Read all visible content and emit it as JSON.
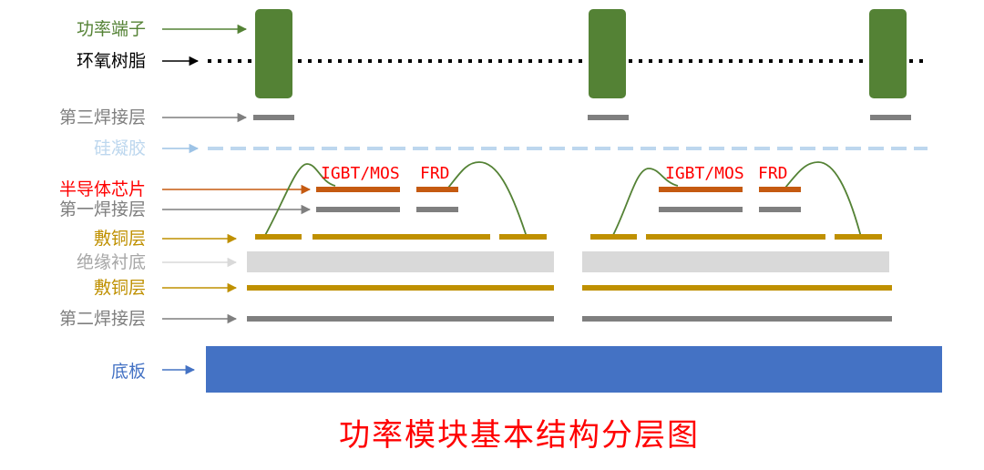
{
  "colors": {
    "terminal": "#548235",
    "epoxy": "#000000",
    "solder": "#7f7f7f",
    "silicone": "#bdd7ee",
    "chip": "#c55a11",
    "copper": "#bf9000",
    "substrate": "#d9d9d9",
    "baseplate": "#4472c4",
    "red": "#ff0000",
    "wire": "#548235",
    "arrow_gray": "#7f7f7f",
    "arrow_light": "#d9d9d9"
  },
  "labels": {
    "terminal": "功率端子",
    "epoxy": "环氧树脂",
    "solder3": "第三焊接层",
    "silicone": "硅凝胶",
    "chip": "半导体芯片",
    "solder1": "第一焊接层",
    "copper_top": "敷铜层",
    "substrate": "绝缘衬底",
    "copper_bottom": "敷铜层",
    "solder2": "第二焊接层",
    "baseplate": "底板"
  },
  "chips": {
    "igbt": "IGBT/MOS",
    "frd": "FRD"
  },
  "caption": "功率模块基本结构分层图"
}
